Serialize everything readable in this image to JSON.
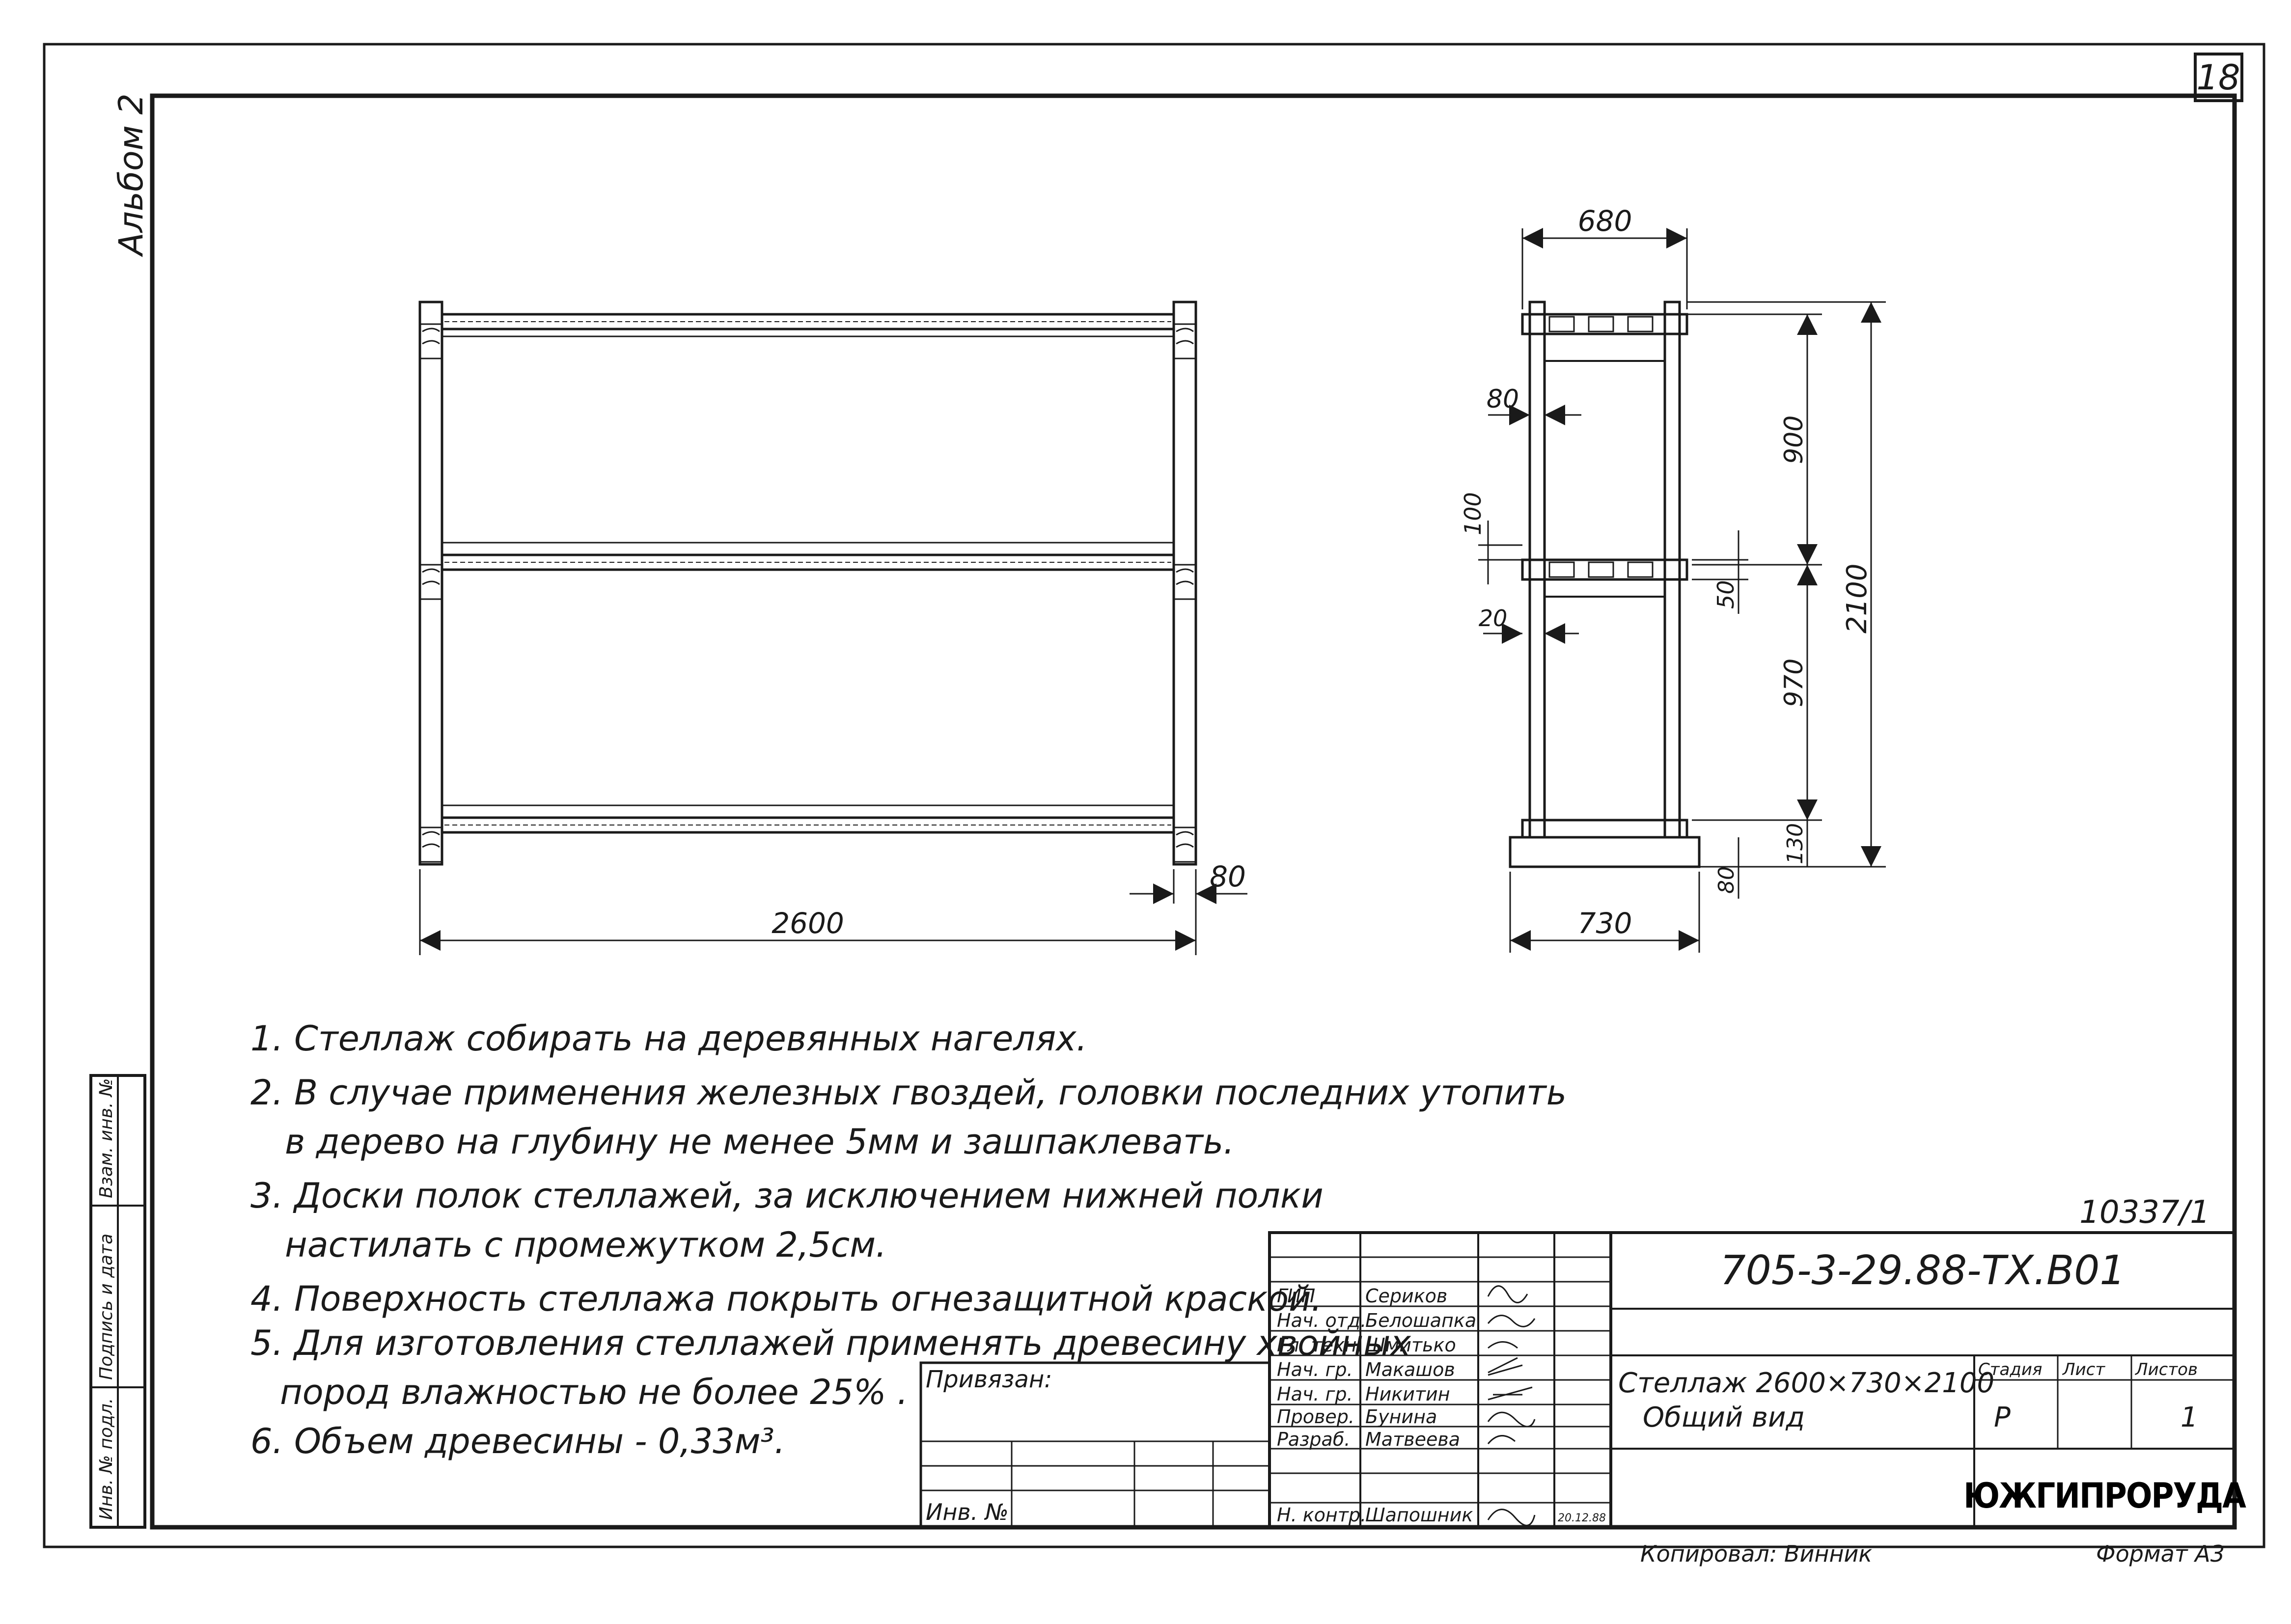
{
  "sheet_number": "18",
  "album_label": "Альбом 2",
  "copy_number": "10337/1",
  "document_code": "705-3-29.88-ТХ.В01",
  "title_line1": "Стеллаж 2600×730×2100",
  "title_line2": "Общий вид",
  "stage_header": "Стадия",
  "sheet_header": "Лист",
  "sheets_header": "Листов",
  "stage_value": "Р",
  "sheet_value": "",
  "sheets_value": "1",
  "organization": "ЮЖГИПРОРУДА",
  "bound_label": "Привязан:",
  "inv_label": "Инв. №",
  "copied_by": "Копировал: Винник",
  "format": "Формат А3",
  "signature_date": "20.12.88",
  "side_stamp": {
    "inv_orig": "Инв. № подл.",
    "signature_date": "Подпись и дата",
    "replace_inv": "Взам. инв. №"
  },
  "staff": [
    {
      "role": "ГИП",
      "name": "Сериков"
    },
    {
      "role": "Нач. отд.",
      "name": "Белошапка"
    },
    {
      "role": "Гл. техн.",
      "name": "Шмитько"
    },
    {
      "role": "Нач. гр.",
      "name": "Макашов"
    },
    {
      "role": "Нач. гр.",
      "name": "Никитин"
    },
    {
      "role": "Провер.",
      "name": "Бунина"
    },
    {
      "role": "Разраб.",
      "name": "Матвеева"
    },
    {
      "role": "Н. контр.",
      "name": "Шапошник"
    }
  ],
  "notes": [
    "1. Стеллаж собирать на деревянных нагелях.",
    "2. В случае применения железных гвоздей, головки последних утопить",
    "в дерево на глубину не менее 5мм и зашпаклевать.",
    "3. Доски полок стеллажей, за исключением нижней полки",
    "настилать с промежутком  2,5см.",
    "4. Поверхность стеллажа покрыть огнезащитной краской.",
    "5. Для изготовления стеллажей применять древесину хвойных",
    "пород влажностью  не более  25% .",
    "6. Объем древесины  -  0,33м³."
  ],
  "dimensions": {
    "front_width": "2600",
    "front_post": "80",
    "side_top_width": "680",
    "side_bottom_width": "730",
    "side_post": "80",
    "side_board": "100",
    "side_gap": "20",
    "shelf_thickness": "50",
    "upper_bay": "900",
    "lower_bay": "970",
    "total_height": "2100",
    "bottom_clearance": "130",
    "base_height": "80"
  }
}
